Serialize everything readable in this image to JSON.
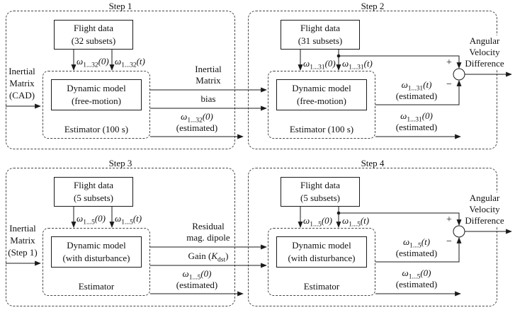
{
  "colors": {
    "line": "#1a1a1a",
    "background": "#ffffff"
  },
  "signs": {
    "plus": "+",
    "minus": "−"
  },
  "steps": [
    {
      "title": "Step 1",
      "flight_data": [
        "Flight data",
        "(32 subsets)"
      ],
      "omega0": {
        "base": "ω",
        "sub": "1...32",
        "arg": "(0)"
      },
      "omegat": {
        "base": "ω",
        "sub": "1...32",
        "arg": "(t)"
      },
      "model": [
        "Dynamic model",
        "(free-motion)"
      ],
      "estimator": "Estimator (100 s)",
      "input": [
        "Inertial",
        "Matrix",
        "(CAD)"
      ],
      "out_inertial": [
        "Inertial",
        "Matrix"
      ],
      "out_bias": "bias",
      "out_omega_est": {
        "base": "ω",
        "sub": "1...32",
        "arg": "(0)",
        "note": "(estimated)"
      }
    },
    {
      "title": "Step 2",
      "flight_data": [
        "Flight data",
        "(31 subsets)"
      ],
      "omega0": {
        "base": "ω",
        "sub": "1...31",
        "arg": "(0)"
      },
      "omegat": {
        "base": "ω",
        "sub": "1...31",
        "arg": "(t)"
      },
      "model": [
        "Dynamic model",
        "(free-motion)"
      ],
      "estimator": "Estimator (100 s)",
      "out_omegat_est": {
        "base": "ω",
        "sub": "1...31",
        "arg": "(t)",
        "note": "(estimated)"
      },
      "out_omega0_est": {
        "base": "ω",
        "sub": "1...31",
        "arg": "(0)",
        "note": "(estimated)"
      },
      "output": [
        "Angular",
        "Velocity",
        "Difference"
      ]
    },
    {
      "title": "Step 3",
      "flight_data": [
        "Flight data",
        "(5 subsets)"
      ],
      "omega0": {
        "base": "ω",
        "sub": "1...5",
        "arg": "(0)"
      },
      "omegat": {
        "base": "ω",
        "sub": "1...5",
        "arg": "(t)"
      },
      "model": [
        "Dynamic model",
        "(with disturbance)"
      ],
      "estimator": "Estimator",
      "input": [
        "Inertial",
        "Matrix",
        "(Step 1)"
      ],
      "out_residual": [
        "Residual",
        "mag. dipole"
      ],
      "out_gain": {
        "pre": "Gain (",
        "var": "K",
        "sub": "dst",
        "post": ")"
      },
      "out_omega_est": {
        "base": "ω",
        "sub": "1...5",
        "arg": "(0)",
        "note": "(estimated)"
      }
    },
    {
      "title": "Step 4",
      "flight_data": [
        "Flight data",
        "(5 subsets)"
      ],
      "omega0": {
        "base": "ω",
        "sub": "1...5",
        "arg": "(0)"
      },
      "omegat": {
        "base": "ω",
        "sub": "1...5",
        "arg": "(t)"
      },
      "model": [
        "Dynamic model",
        "(with disturbance)"
      ],
      "estimator": "Estimator",
      "out_omegat_est": {
        "base": "ω",
        "sub": "1...5",
        "arg": "(t)",
        "note": "(estimated)"
      },
      "out_omega0_est": {
        "base": "ω",
        "sub": "1...5",
        "arg": "(0)",
        "note": "(estimated)"
      },
      "output": [
        "Angular",
        "Velocity",
        "Difference"
      ]
    }
  ]
}
